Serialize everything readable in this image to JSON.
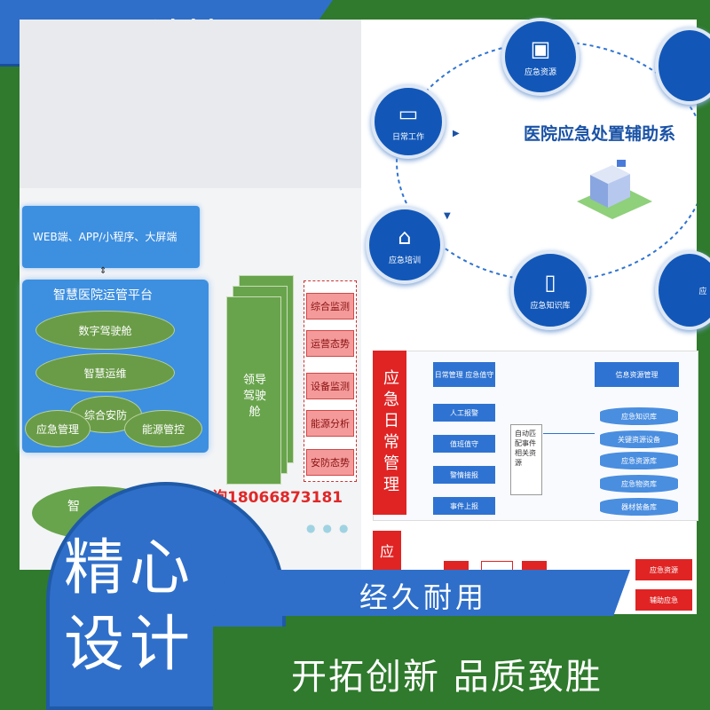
{
  "brand": "亚川科技",
  "left_diagram": {
    "clients": "WEB端、APP/小程序、大屏端",
    "platform_title": "智慧医院运管平台",
    "modules": [
      "数字驾驶舱",
      "智慧运维",
      "综合安防",
      "应急管理",
      "能源管控"
    ],
    "leader_cockpit": "领导驾驶舱",
    "labels": [
      "综合监测",
      "运营态势",
      "设备监测",
      "能源分析",
      "安防态势"
    ],
    "bottom_partial": "智",
    "phone": "咨询18066873181"
  },
  "right_diagram": {
    "title": "医院应急处置辅助系",
    "circles": [
      "应急资源",
      "日常工作",
      "应急培训",
      "应急知识库",
      "应"
    ],
    "flow_label": "应急日常管理",
    "flow_steps": [
      "日常管理 应急值守",
      "人工报警",
      "值班值守",
      "警情接报",
      "事件上报"
    ],
    "auto_match": "自动匹配事件相关资源",
    "resource_header": "信息资源管理",
    "resources": [
      "应急知识库",
      "关键资源设备",
      "应急资源库",
      "应急物资库",
      "器材装备库"
    ],
    "side_buttons": [
      "应急资源",
      "辅助应急"
    ],
    "lower_label": "应"
  },
  "slogans": {
    "card": "精心设计",
    "bar": "经久耐用",
    "bottom": "开拓创新  品质致胜"
  },
  "colors": {
    "green": "#2f7a2c",
    "blue": "#2f6fc9",
    "red": "#e02424"
  }
}
